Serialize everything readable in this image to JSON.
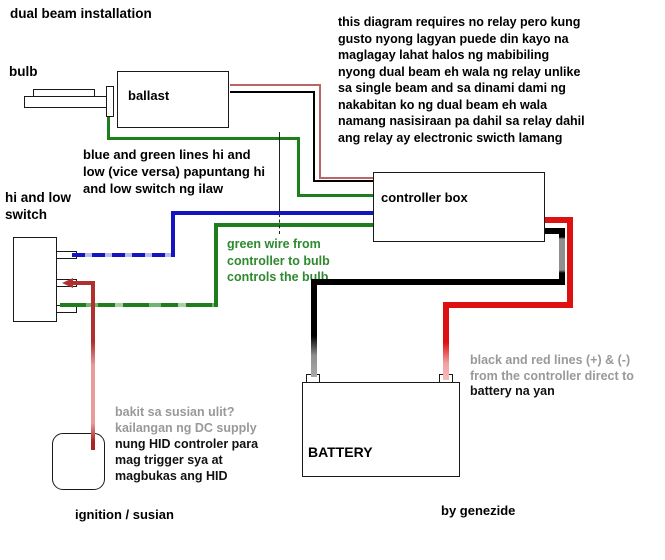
{
  "title": "dual beam installation",
  "credit": "by genezide",
  "components": {
    "bulb": {
      "label": "bulb"
    },
    "ballast": {
      "label": "ballast"
    },
    "switch": {
      "label_line1": "hi and low",
      "label_line2": "switch"
    },
    "controller": {
      "label": "controller box"
    },
    "battery": {
      "label": "BATTERY"
    },
    "ignition": {
      "label": "ignition / susian"
    }
  },
  "notes": {
    "relay": {
      "lines": [
        "this diagram requires no relay pero kung",
        "gusto nyong lagyan puede din kayo na",
        "maglagay lahat halos ng mabibiling",
        "nyong dual beam eh wala ng relay unlike",
        "sa single beam and sa dinami dami ng",
        "nakabitan ko ng dual beam eh wala",
        "namang nasisiraan pa dahil sa relay dahil",
        "ang relay ay electronic swicth lamang"
      ]
    },
    "hi_low_wires": {
      "lines": [
        "blue and green lines hi and",
        "low (vice versa) papuntang hi",
        "and low switch ng ilaw"
      ]
    },
    "green_wire": {
      "lines": [
        "green wire from",
        "controller to bulb",
        "controls the bulb"
      ]
    },
    "ignition_supply": {
      "gray_lines": [
        "bakit sa susian ulit?",
        "kailangan ng DC supply"
      ],
      "dark_lines": [
        "nung HID controler para",
        "mag trigger sya at",
        "magbukas ang HID"
      ]
    },
    "battery_wires": {
      "gray_lines": [
        "black and red lines (+) & (-)",
        "from the controller direct to"
      ],
      "dark_lines": [
        "battery na yan"
      ]
    }
  },
  "colors": {
    "wire_green": "#1e7e1e",
    "wire_blue": "#1414c0",
    "wire_red_thick": "#dd1111",
    "wire_red_signal": "#b03030",
    "wire_red_thin": "#bb6666",
    "wire_black": "#000000",
    "wire_gray_fade": "#8f8f8f",
    "note_gray": "#999999",
    "note_green": "#2d8a2d",
    "background": "#ffffff"
  }
}
